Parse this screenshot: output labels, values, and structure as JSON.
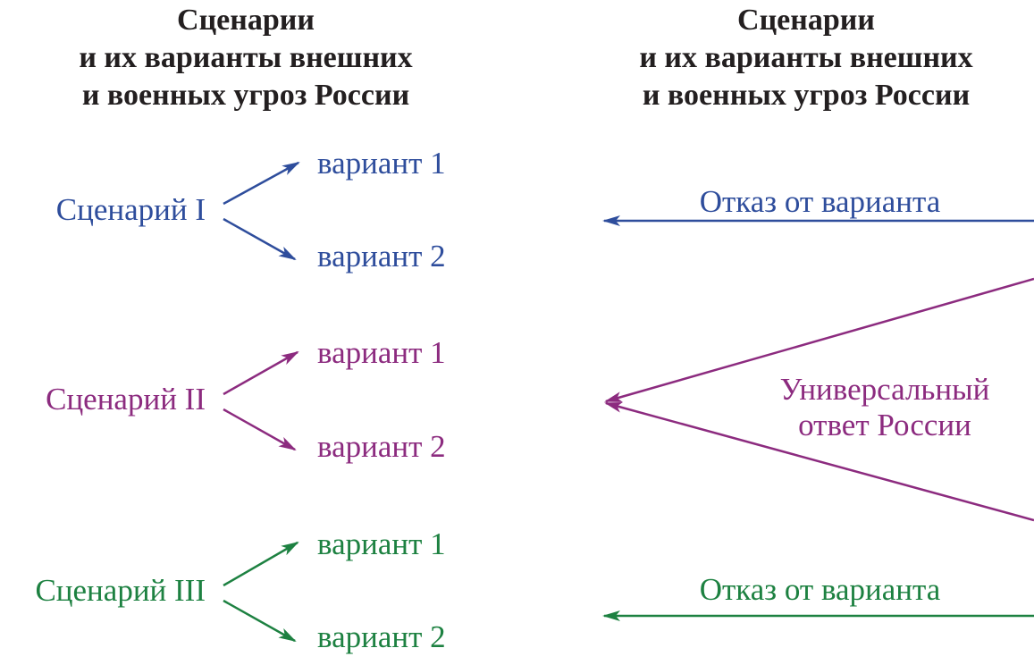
{
  "left_title": [
    "Сценарии",
    "и их варианты внешних",
    "и военных угроз России"
  ],
  "right_title": [
    "Сценарии",
    "и их варианты внешних",
    "и военных угроз России"
  ],
  "scenarios": [
    {
      "label": "Сценарий I",
      "variants": [
        "вариант 1",
        "вариант 2"
      ],
      "color": "#2e4d9c"
    },
    {
      "label": "Сценарий II",
      "variants": [
        "вариант 1",
        "вариант 2"
      ],
      "color": "#8c2b7f"
    },
    {
      "label": "Сценарий III",
      "variants": [
        "вариант 1",
        "вариант 2"
      ],
      "color": "#1d8141"
    }
  ],
  "responses": {
    "top": {
      "label": "Отказ от варианта",
      "color": "#2e4d9c"
    },
    "middle": {
      "label": [
        "Универсальный",
        "ответ России"
      ],
      "color": "#8c2b7f"
    },
    "bottom": {
      "label": "Отказ от варианта",
      "color": "#1d8141"
    }
  }
}
